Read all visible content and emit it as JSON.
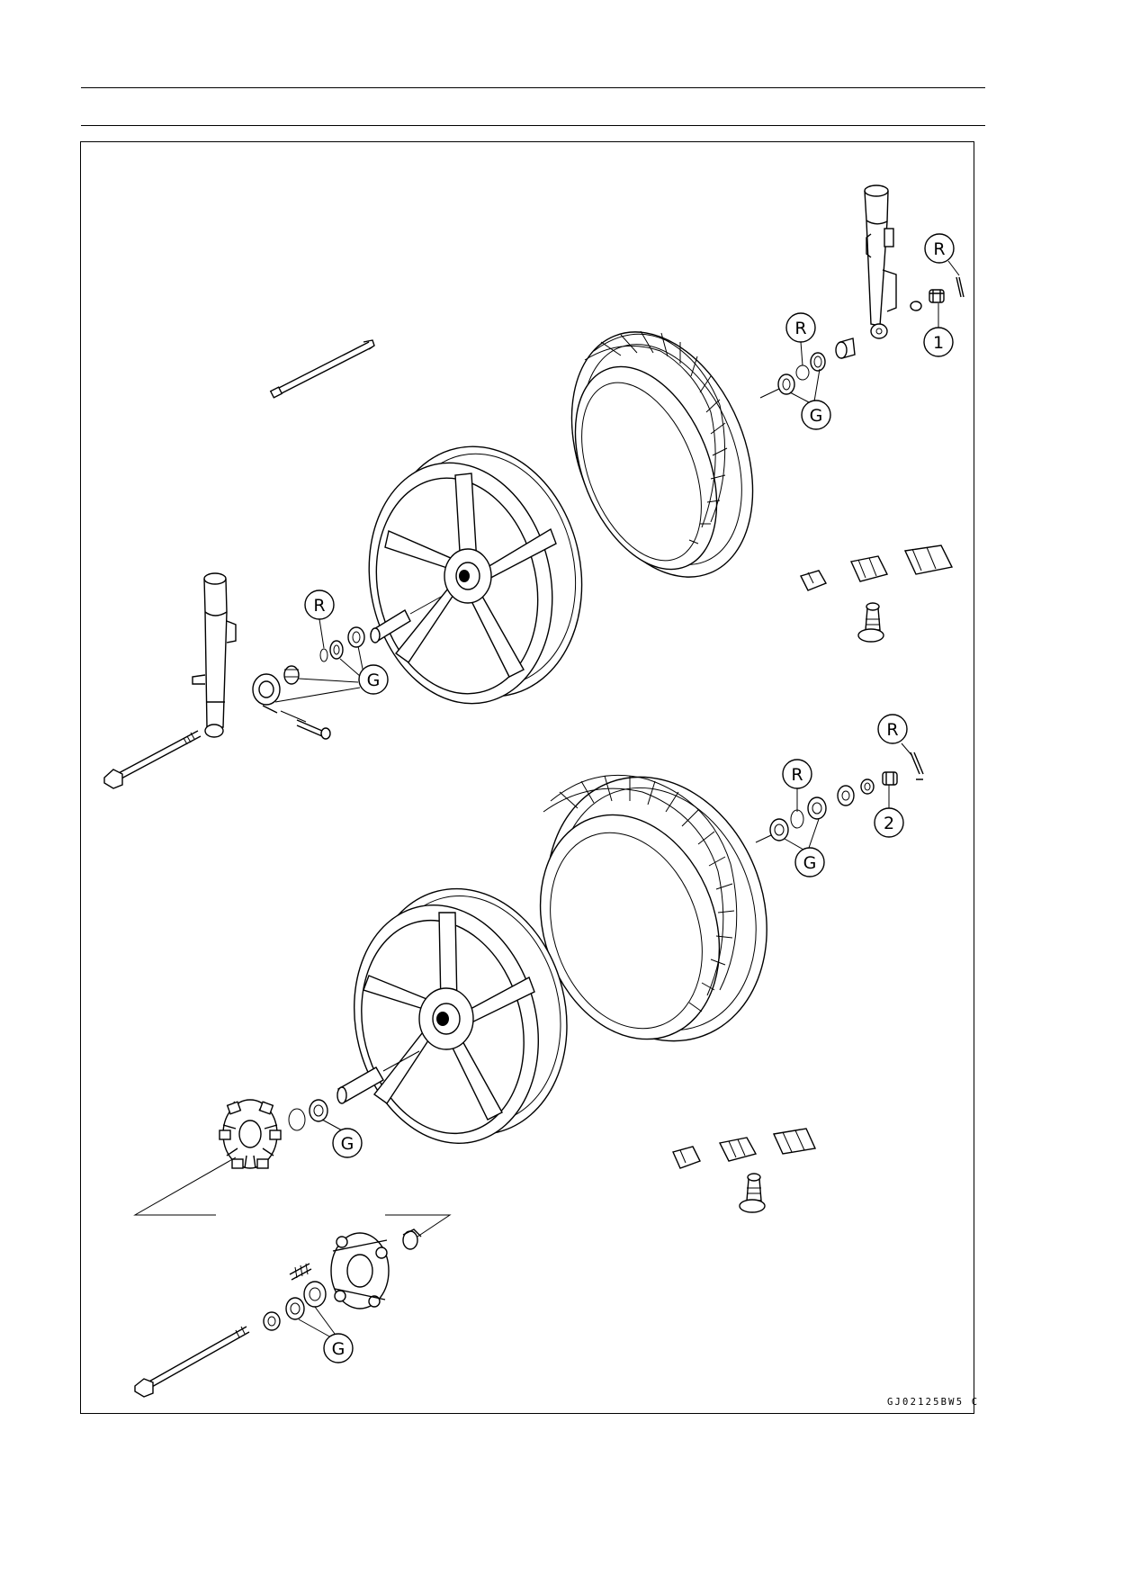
{
  "figure": {
    "code": "GJ02125BW5 C"
  },
  "callouts": [
    {
      "id": "label-r-front-right-top",
      "text": "R"
    },
    {
      "id": "label-1",
      "text": "1"
    },
    {
      "id": "label-r-front-right-mid",
      "text": "R"
    },
    {
      "id": "label-g-front-right",
      "text": "G"
    },
    {
      "id": "label-r-front-left",
      "text": "R"
    },
    {
      "id": "label-g-front-left",
      "text": "G"
    },
    {
      "id": "label-r-rear-right-top",
      "text": "R"
    },
    {
      "id": "label-r-rear-right-mid",
      "text": "R"
    },
    {
      "id": "label-2",
      "text": "2"
    },
    {
      "id": "label-g-rear-right",
      "text": "G"
    },
    {
      "id": "label-g-rear-dampers",
      "text": "G"
    },
    {
      "id": "label-g-rear-coupling",
      "text": "G"
    }
  ],
  "parts": [
    "front-axle-right-fork",
    "front-collar",
    "front-seal",
    "front-bearing",
    "front-circlip",
    "front-tire",
    "front-wheel",
    "front-axle",
    "front-speedometer-gear",
    "front-left-fork",
    "front-distance-collar",
    "front-balance-weights",
    "front-air-valve",
    "rear-tire",
    "rear-wheel",
    "rear-seal",
    "rear-bearing",
    "rear-circlip",
    "rear-collar",
    "rear-axle-nut",
    "rear-cotter-pin",
    "rear-damper",
    "rear-coupling",
    "rear-coupling-bearing",
    "rear-axle",
    "rear-balance-weights",
    "rear-air-valve"
  ]
}
